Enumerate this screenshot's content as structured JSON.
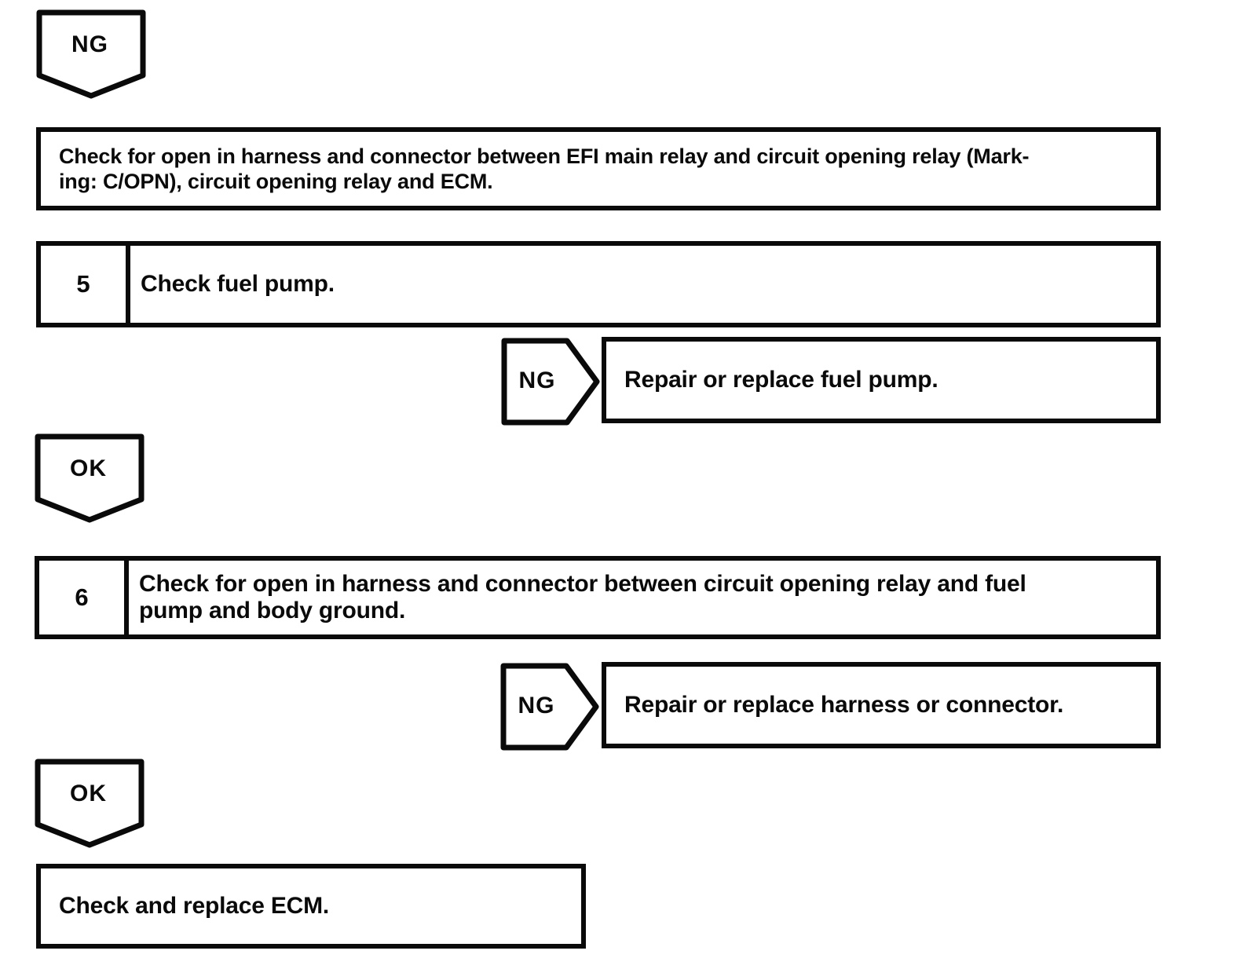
{
  "palette": {
    "ink": "#0a0a0a",
    "paper": "#ffffff"
  },
  "flowchart": {
    "entry_connector": {
      "label": "NG"
    },
    "result_box": {
      "lines": [
        "Check for open in harness and connector between EFI main relay and circuit opening relay (Mark-",
        "ing: C/OPN), circuit opening relay and ECM."
      ]
    },
    "step5": {
      "number": "5",
      "title": "Check fuel pump."
    },
    "step5_branch": {
      "connector_label": "NG",
      "action": "Repair or replace fuel pump."
    },
    "step5_pass": {
      "label": "OK"
    },
    "step6": {
      "number": "6",
      "title_lines": [
        "Check for open in harness and connector between circuit opening relay and fuel",
        "pump and body ground."
      ]
    },
    "step6_branch": {
      "connector_label": "NG",
      "action": "Repair or replace harness or connector."
    },
    "step6_pass": {
      "label": "OK"
    },
    "final_box": {
      "text": "Check and replace ECM."
    }
  }
}
